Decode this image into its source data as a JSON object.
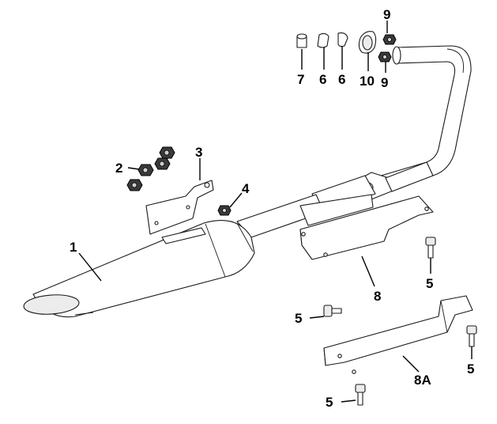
{
  "callouts": {
    "c1": "1",
    "c2": "2",
    "c3": "3",
    "c4": "4",
    "c5a": "5",
    "c5b": "5",
    "c5c": "5",
    "c5d": "5",
    "c6a": "6",
    "c6b": "6",
    "c7": "7",
    "c8": "8",
    "c8a": "8A",
    "c9a": "9",
    "c9b": "9",
    "c10": "10"
  }
}
